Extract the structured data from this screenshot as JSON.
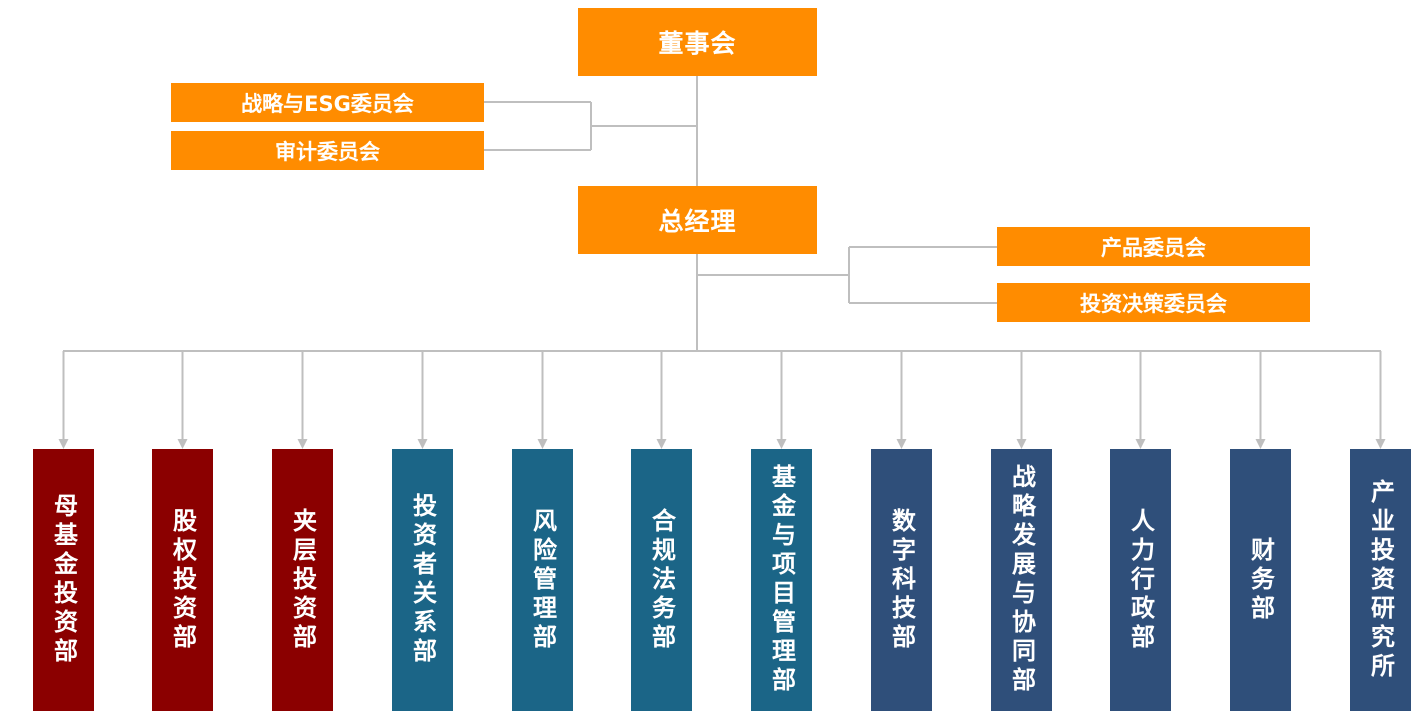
{
  "board": {
    "label": "董事会"
  },
  "board_committees": [
    {
      "label": "战略与ESG委员会"
    },
    {
      "label": "审计委员会"
    }
  ],
  "general_manager": {
    "label": "总经理"
  },
  "gm_committees": [
    {
      "label": "产品委员会"
    },
    {
      "label": "投资决策委员会"
    }
  ],
  "departments": [
    {
      "label": "母基金投资部",
      "color": "#8b0000"
    },
    {
      "label": "股权投资部",
      "color": "#8b0000"
    },
    {
      "label": "夹层投资部",
      "color": "#8b0000"
    },
    {
      "label": "投资者关系部",
      "color": "#1b6587"
    },
    {
      "label": "风险管理部",
      "color": "#1b6587"
    },
    {
      "label": "合规法务部",
      "color": "#1b6587"
    },
    {
      "label": "基金与项目管理部",
      "color": "#1b6587"
    },
    {
      "label": "数字科技部",
      "color": "#2f4f7a"
    },
    {
      "label": "战略发展与协同部",
      "color": "#2f4f7a"
    },
    {
      "label": "人力行政部",
      "color": "#2f4f7a"
    },
    {
      "label": "财务部",
      "color": "#2f4f7a"
    },
    {
      "label": "产业投资研究所",
      "color": "#2f4f7a"
    }
  ],
  "colors": {
    "node_orange": "#ff8c00",
    "connector_gray": "#bfbfbf"
  }
}
